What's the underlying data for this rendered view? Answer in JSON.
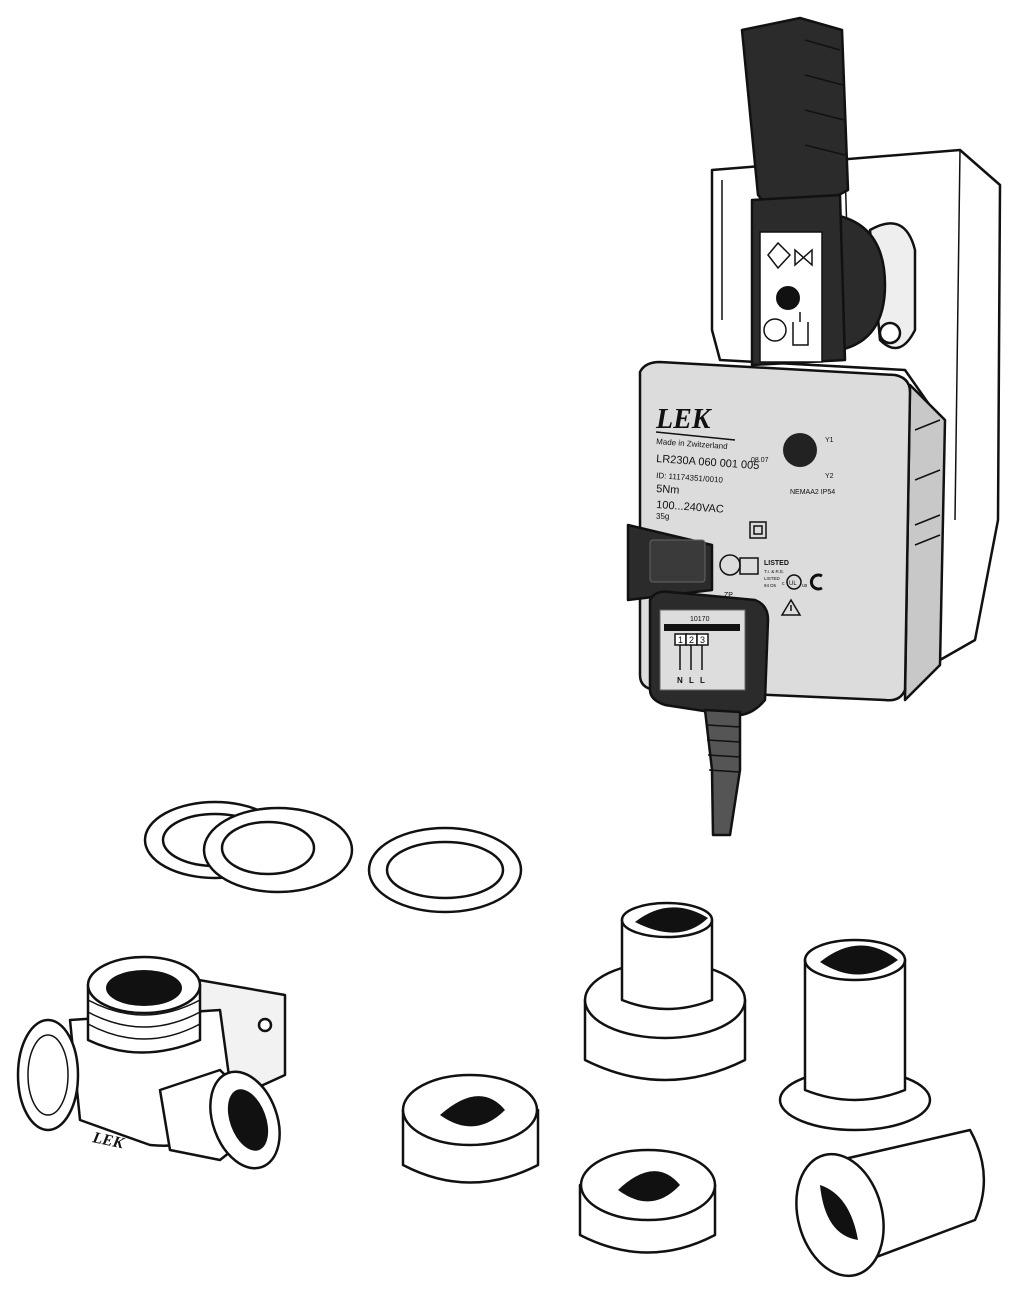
{
  "actuator": {
    "brand": "LEK",
    "made_in": "Made in Zwitzerland",
    "model": "LR230A 060 001  005",
    "date_code": "08.07",
    "id": "ID: 11174351/0010",
    "torque": "5Nm",
    "voltage": "100...240VAC",
    "weight": "35g",
    "rotation_y1": "Y1",
    "rotation_y2": "Y2",
    "enclosure": "NEMAA2 IP54",
    "listed": "LISTED",
    "listed_line1": "T.I. & R.E.",
    "listed_line2": "LISTED",
    "listed_line3": "94 D5",
    "ul_c": "c",
    "ul_mark": "UL",
    "ul_us": "us",
    "zp": "ZP",
    "connector_code": "10170",
    "terminals": [
      "1",
      "2",
      "3"
    ],
    "terminal_labels": [
      "N",
      "L",
      "L"
    ]
  },
  "valve": {
    "brand": "LEK"
  },
  "colors": {
    "housing": "#dcdcdc",
    "handle": "#2b2b2b",
    "outline": "#111111"
  }
}
